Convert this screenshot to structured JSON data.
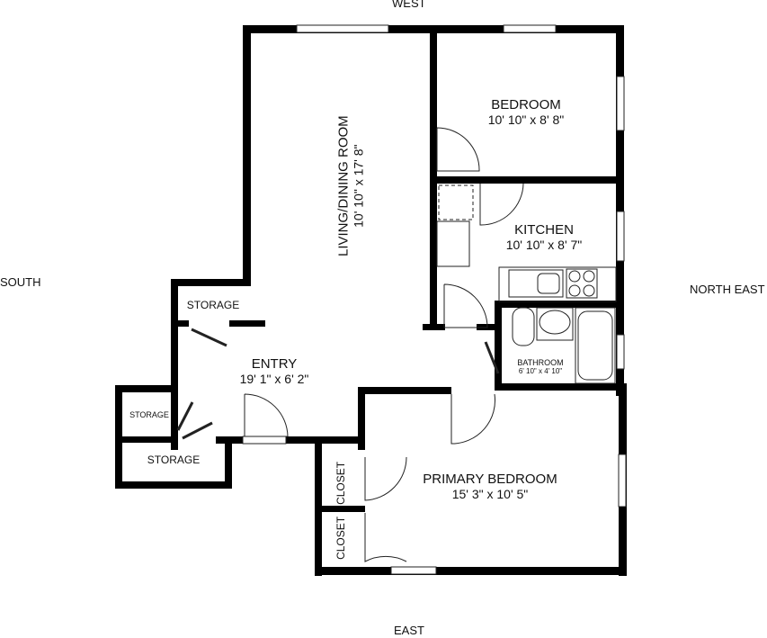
{
  "compass": {
    "top": "WEST",
    "left": "SOUTH",
    "right": "NORTH EAST",
    "bottom": "EAST"
  },
  "rooms": {
    "living_dining": {
      "name": "LIVING/DINING ROOM",
      "dim": "10' 10\" x 17' 8\""
    },
    "bedroom": {
      "name": "BEDROOM",
      "dim": "10' 10\" x 8' 8\""
    },
    "kitchen": {
      "name": "KITCHEN",
      "dim": "10' 10\" x 8' 7\""
    },
    "bathroom": {
      "name": "BATHROOM",
      "dim": "6' 10\" x 4' 10\""
    },
    "entry": {
      "name": "ENTRY",
      "dim": "19' 1\" x 6' 2\""
    },
    "primary_bedroom": {
      "name": "PRIMARY BEDROOM",
      "dim": "15' 3\" x 10' 5\""
    },
    "storage_top": {
      "name": "STORAGE"
    },
    "storage_mid": {
      "name": "STORAGE"
    },
    "storage_bottom": {
      "name": "STORAGE"
    },
    "closet_top": {
      "name": "CLOSET"
    },
    "closet_bottom": {
      "name": "CLOSET"
    }
  },
  "colors": {
    "wall": "#000000",
    "background": "#ffffff",
    "line": "#222222"
  }
}
